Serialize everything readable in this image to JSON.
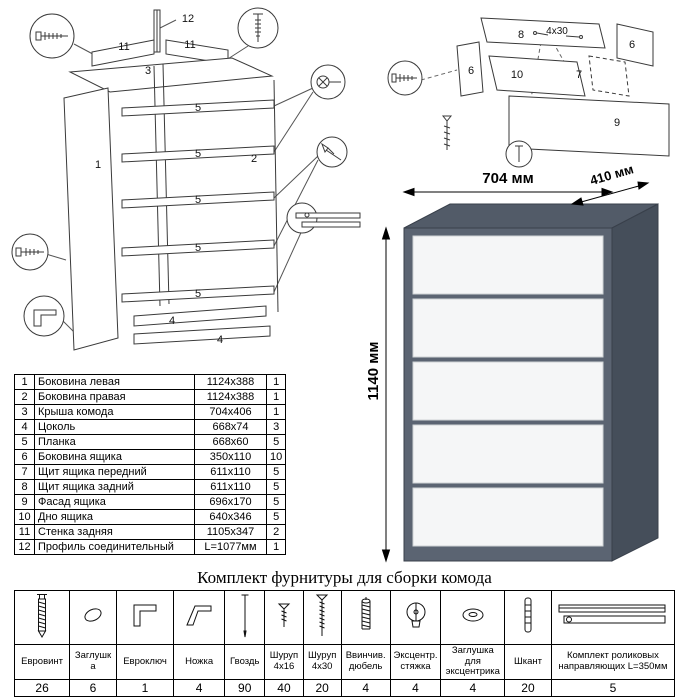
{
  "title": "Комплект фурнитуры для сборки комода",
  "frame_diagram": {
    "labels": {
      "n1": "1",
      "n2": "2",
      "n3": "3",
      "n4": "4",
      "n5": "5",
      "n11": "11",
      "n12": "12"
    }
  },
  "drawer_diagram": {
    "labels": {
      "n6": "6",
      "n7": "7",
      "n8": "8",
      "n9": "9",
      "n10": "10",
      "hole": "4x30"
    }
  },
  "dresser": {
    "width": "704 мм",
    "depth": "410 мм",
    "height": "1140 мм"
  },
  "parts_table": {
    "rows": [
      {
        "num": "1",
        "name": "Боковина левая",
        "size": "1124x388",
        "qty": "1"
      },
      {
        "num": "2",
        "name": "Боковина правая",
        "size": "1124x388",
        "qty": "1"
      },
      {
        "num": "3",
        "name": "Крыша комода",
        "size": "704x406",
        "qty": "1"
      },
      {
        "num": "4",
        "name": "Цоколь",
        "size": "668x74",
        "qty": "3"
      },
      {
        "num": "5",
        "name": "Планка",
        "size": "668x60",
        "qty": "5"
      },
      {
        "num": "6",
        "name": "Боковина ящика",
        "size": "350x110",
        "qty": "10"
      },
      {
        "num": "7",
        "name": "Щит ящика передний",
        "size": "611x110",
        "qty": "5"
      },
      {
        "num": "8",
        "name": "Щит ящика задний",
        "size": "611x110",
        "qty": "5"
      },
      {
        "num": "9",
        "name": "Фасад ящика",
        "size": "696x170",
        "qty": "5"
      },
      {
        "num": "10",
        "name": "Дно ящика",
        "size": "640x346",
        "qty": "5"
      },
      {
        "num": "11",
        "name": "Стенка задняя",
        "size": "1105x347",
        "qty": "2"
      },
      {
        "num": "12",
        "name": "Профиль соединительный",
        "size": "L=1077мм",
        "qty": "1"
      }
    ]
  },
  "hardware_table": {
    "items": [
      {
        "name": "Евровинт",
        "qty": "26"
      },
      {
        "name": "Заглушка",
        "qty": "6"
      },
      {
        "name": "Евроключ",
        "qty": "1"
      },
      {
        "name": "Ножка",
        "qty": "4"
      },
      {
        "name": "Гвоздь",
        "qty": "90"
      },
      {
        "name": "Шуруп 4х16",
        "qty": "40"
      },
      {
        "name": "Шуруп 4х30",
        "qty": "20"
      },
      {
        "name": "Ввинчив. дюбель",
        "qty": "4"
      },
      {
        "name": "Эксцентр. стяжка",
        "qty": "4"
      },
      {
        "name": "Заглушка для эксцентрика",
        "qty": "4"
      },
      {
        "name": "Шкант",
        "qty": "20"
      },
      {
        "name": "Комплект роликовых направляющих L=350мм",
        "qty": "5"
      }
    ]
  }
}
